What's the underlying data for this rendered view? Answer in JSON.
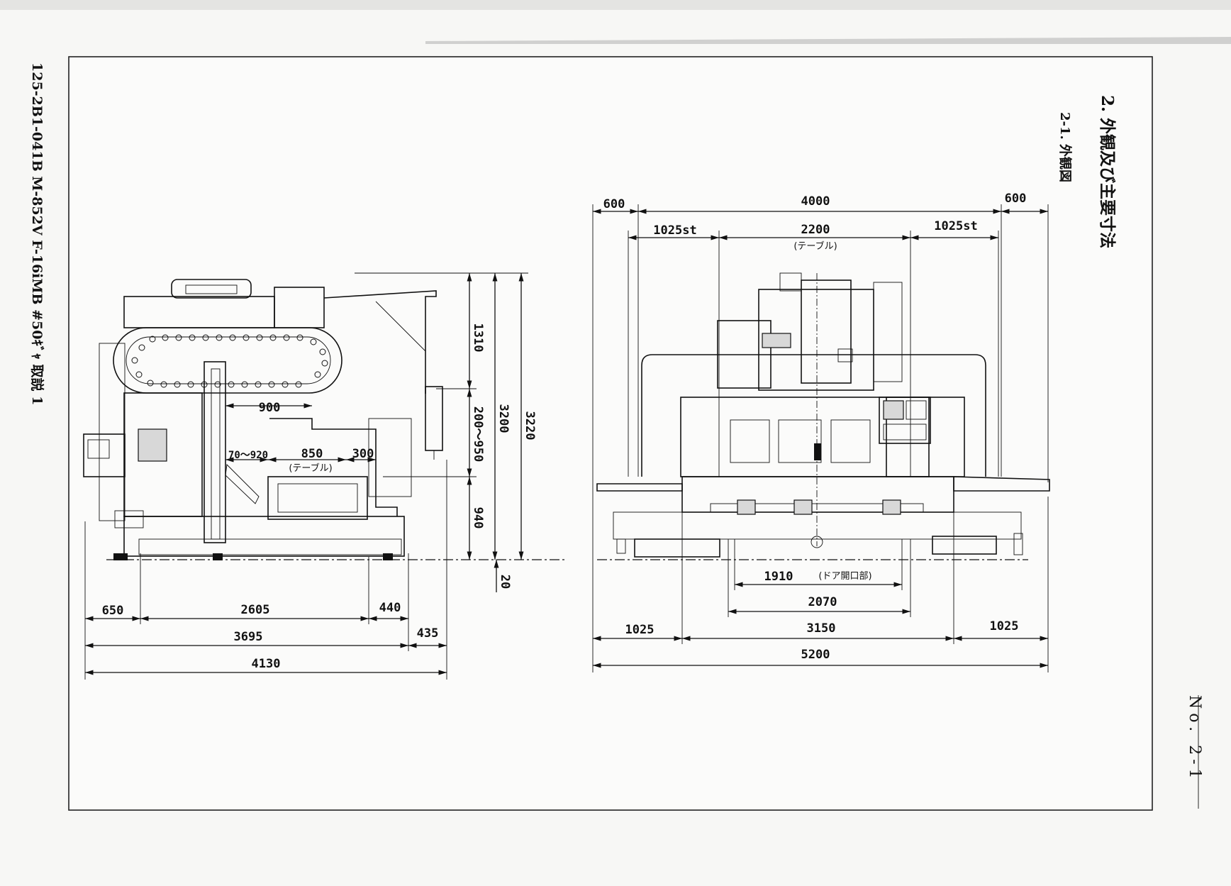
{
  "document": {
    "side_code": "125-2B1-041B M-852V F-16iMB #50ｷﾞｬ 取説 1",
    "section_title": "2. 外観及び主要寸法",
    "subsection_title": "2-1. 外観図",
    "page_number": "No. 2-1"
  },
  "side_view": {
    "dims_top": {
      "d900": "900",
      "d70_920": "70～920",
      "d850": "850",
      "d300": "300",
      "table_label": "(テーブル)"
    },
    "dims_vertical": {
      "d1310": "1310",
      "d200_950": "200～950",
      "d940": "940",
      "d3200": "3200",
      "d3220": "3220",
      "d20": "20"
    },
    "dims_bottom": {
      "d650": "650",
      "d2605": "2605",
      "d440": "440",
      "d3695": "3695",
      "d435": "435",
      "d4130": "4130"
    }
  },
  "front_view": {
    "dims_top": {
      "d600_left": "600",
      "d4000": "4000",
      "d600_right": "600",
      "d1025st_left": "1025st",
      "d2200": "2200",
      "d1025st_right": "1025st",
      "table_label": "(テーブル)"
    },
    "dims_bottom": {
      "d1910": "1910",
      "door_label": "(ドア開口部)",
      "d2070": "2070",
      "d1025_left": "1025",
      "d3150": "3150",
      "d1025_right": "1025",
      "d5200": "5200"
    }
  }
}
